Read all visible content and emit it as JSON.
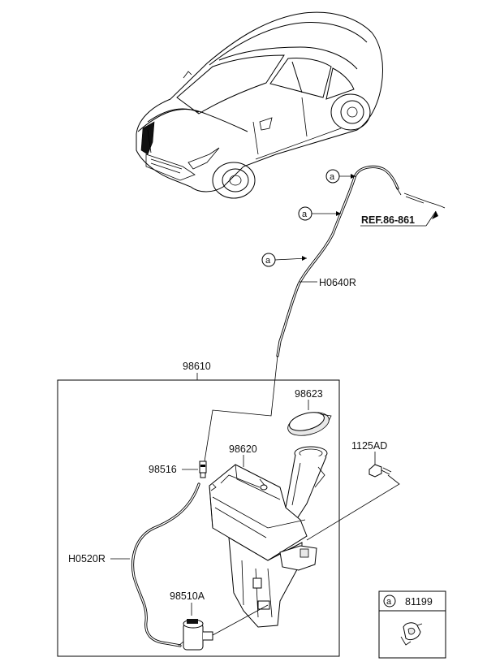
{
  "labels": {
    "reference": "REF.86-861",
    "hose_upper": "H0640R",
    "hose_lower": "H0520R",
    "reservoir_assembly": "98610",
    "cap": "98623",
    "reservoir": "98620",
    "nozzle_valve": "98516",
    "bolt": "1125AD",
    "pump_motor": "98510A"
  },
  "callout_letter": "a",
  "legend": {
    "letter": "a",
    "part_number": "81199"
  }
}
